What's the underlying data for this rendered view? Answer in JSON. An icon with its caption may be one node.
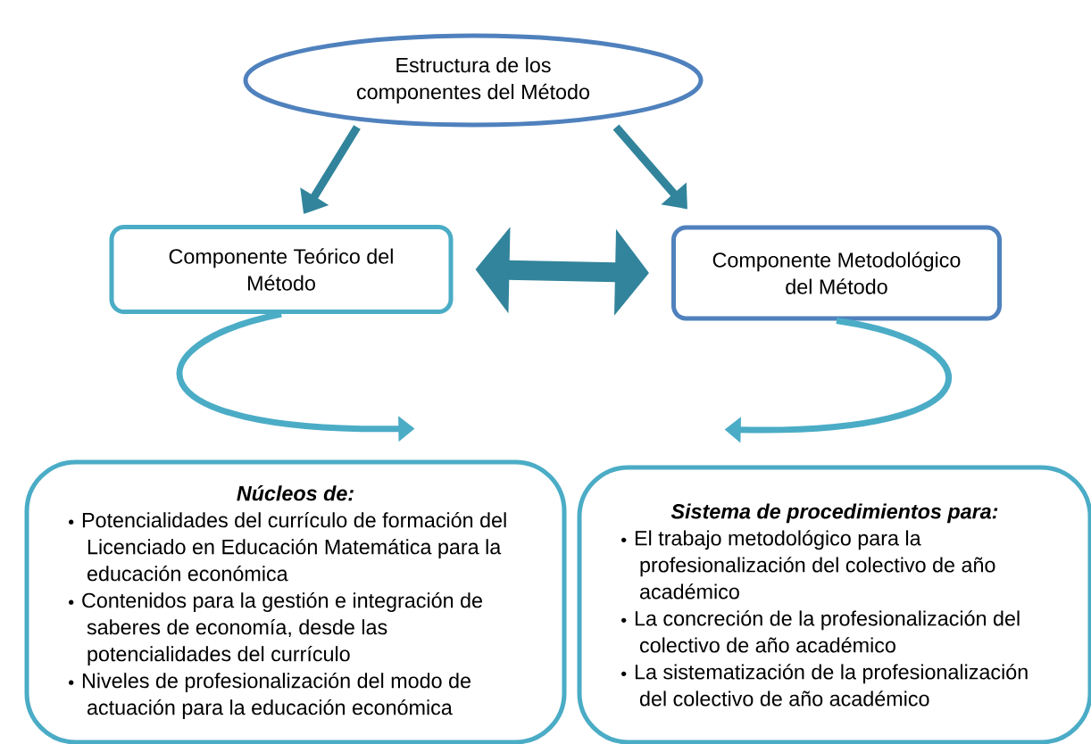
{
  "diagram": {
    "nodes": [
      {
        "text": [
          "Estructura de los componentes del Método"
        ]
      },
      {
        "text": [
          "Componente Teórico del Método"
        ]
      },
      {
        "text": [
          "Componente Metodológico del Método"
        ]
      },
      {
        "text": [
          "Núcleos de:",
          "Potencialidades del currículo de formación del Licenciado en Educación Matemática para la educación económica",
          "Contenidos para la gestión e integración de saberes de economía, desde las potencialidades del currículo",
          "Niveles de profesionalización del modo de actuación para la educación económica"
        ]
      },
      {
        "text": [
          "Sistema de procedimientos para:",
          "El trabajo metodológico para la profesionalización del colectivo de año académico",
          "La concreción de la profesionalización del colectivo de año académico",
          "La sistematización de la profesionalización del colectivo de año académico"
        ]
      }
    ],
    "edges": [
      {
        "from": 0,
        "to": 1,
        "arrow": "to"
      },
      {
        "from": 0,
        "to": 2,
        "arrow": "to"
      },
      {
        "from": 1,
        "to": 2,
        "arrow": "both",
        "style": "thick"
      },
      {
        "from": 1,
        "to": 3,
        "arrow": "to",
        "color": "#4bacc6"
      },
      {
        "from": 2,
        "to": 4,
        "arrow": "to",
        "color": "#4bacc6"
      }
    ]
  }
}
